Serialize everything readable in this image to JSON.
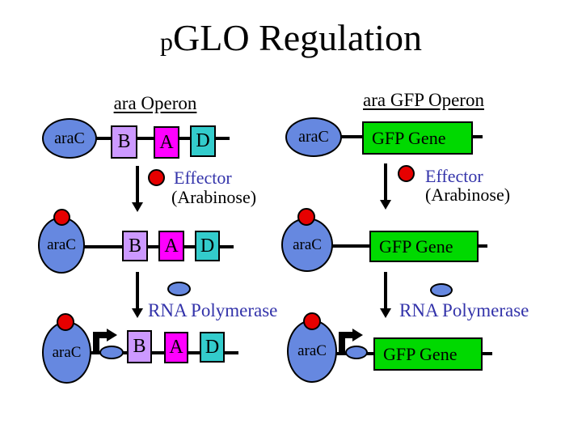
{
  "slide": {
    "title": {
      "subscript_prefix": "p",
      "main": "GLO Regulation"
    }
  },
  "left_diagram": {
    "heading": "ara Operon"
  },
  "right_diagram": {
    "heading": "ara GFP Operon"
  },
  "labels": {
    "arac": "araC",
    "gene_b": "B",
    "gene_a": "A",
    "gene_d": "D",
    "gfp_gene": "GFP Gene",
    "effector": "Effector",
    "effector_molecule": "(Arabinose)",
    "rna_polymerase": "RNA Polymerase"
  },
  "colors": {
    "arac_protein_blue": "#6688E0",
    "gene_b_lavender": "#CC99FF",
    "gene_a_magenta": "#FF00FF",
    "gene_d_teal": "#33CCCC",
    "gfp_green": "#00D900",
    "effector_red": "#E60000",
    "label_blue": "#3333AA"
  }
}
